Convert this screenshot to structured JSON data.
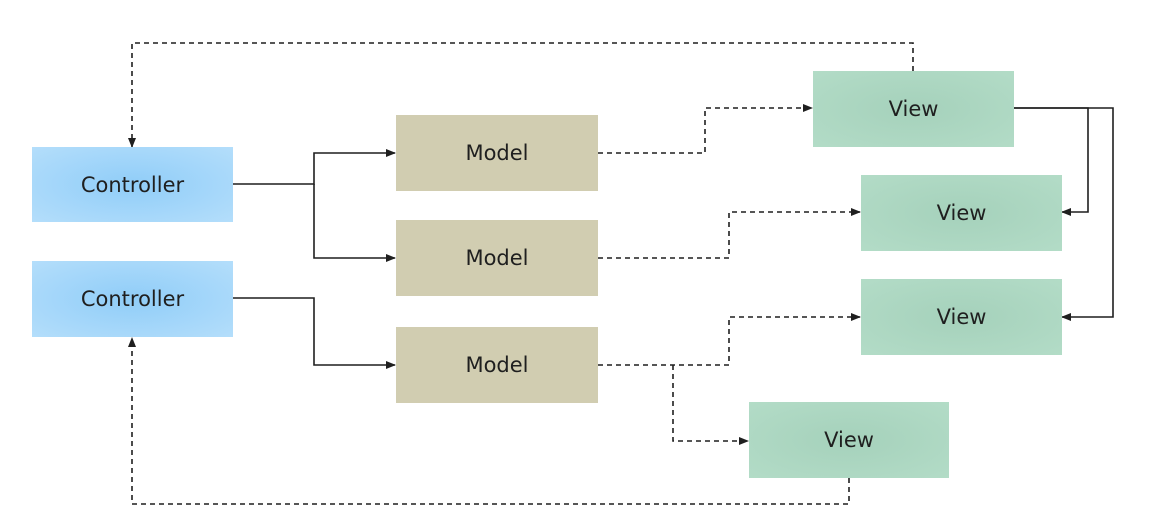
{
  "colors": {
    "controller": "#a6d8fb",
    "model": "#d1cdb1",
    "view": "#aed8c2",
    "arrow": "#1f1f1f"
  },
  "nodes": {
    "controller_1": "Controller",
    "controller_2": "Controller",
    "model_1": "Model",
    "model_2": "Model",
    "model_3": "Model",
    "view_1": "View",
    "view_2": "View",
    "view_3": "View",
    "view_4": "View"
  },
  "edges": [
    {
      "from": "controller_1",
      "to": "model_1",
      "style": "solid"
    },
    {
      "from": "controller_1",
      "to": "model_2",
      "style": "solid"
    },
    {
      "from": "controller_2",
      "to": "model_3",
      "style": "solid"
    },
    {
      "from": "model_1",
      "to": "view_1",
      "style": "dashed"
    },
    {
      "from": "model_2",
      "to": "view_2",
      "style": "dashed"
    },
    {
      "from": "model_3",
      "to": "view_3",
      "style": "dashed"
    },
    {
      "from": "model_3",
      "to": "view_4",
      "style": "dashed"
    },
    {
      "from": "view_1",
      "to": "view_2",
      "style": "solid"
    },
    {
      "from": "view_1",
      "to": "view_3",
      "style": "solid"
    },
    {
      "from": "view_1",
      "to": "controller_1",
      "style": "dashed"
    },
    {
      "from": "view_4",
      "to": "controller_2",
      "style": "dashed"
    }
  ]
}
